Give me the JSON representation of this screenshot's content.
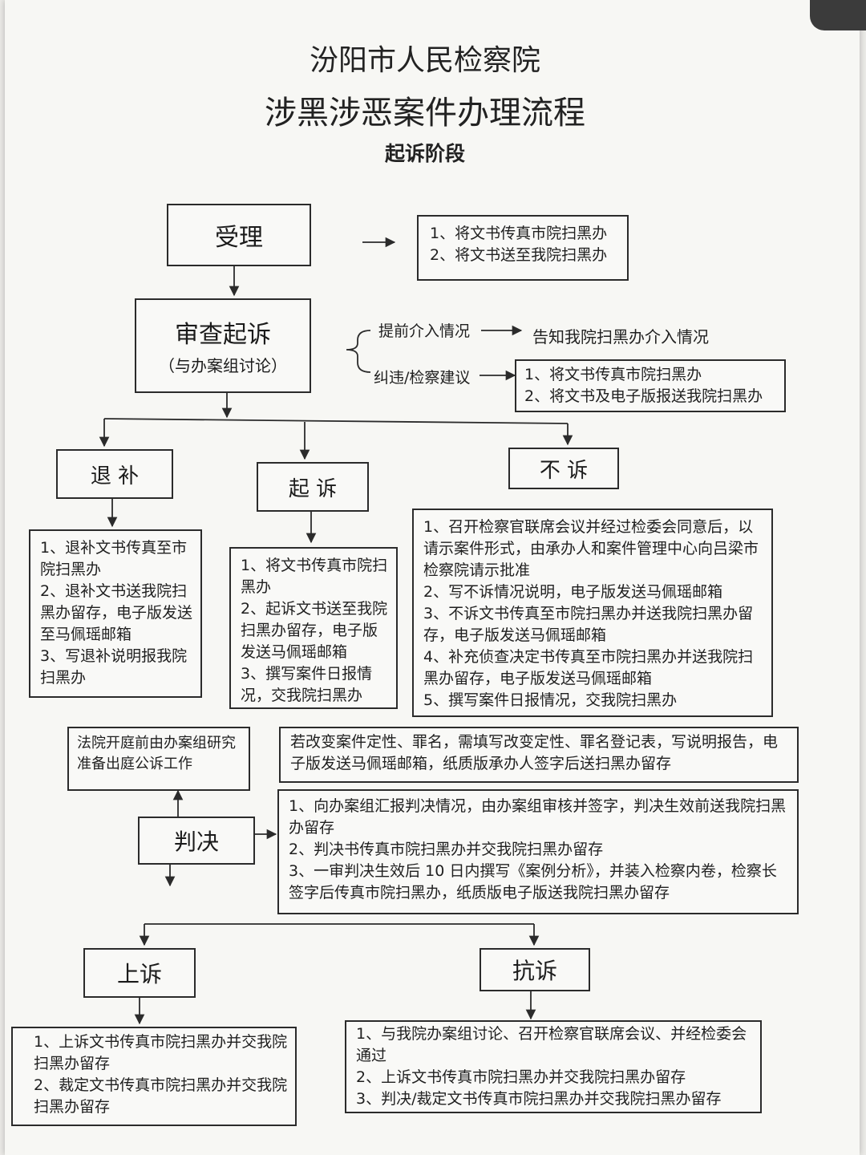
{
  "header": {
    "line1": "汾阳市人民检察院",
    "line2": "涉黑涉恶案件办理流程",
    "stage": "起诉阶段"
  },
  "nodes": {
    "accept": {
      "label": "受理",
      "items": [
        "1、将文书传真市院扫黑办",
        "2、将文书送至我院扫黑办"
      ]
    },
    "review": {
      "label": "审查起诉",
      "sub": "（与办案组讨论）",
      "early_label": "提前介入情况",
      "early_result": "告知我院扫黑办介入情况",
      "correct_label": "纠违/检察建议",
      "correct_items": [
        "1、将文书传真市院扫黑办",
        "2、将文书及电子版报送我院扫黑办"
      ]
    },
    "return": {
      "label": "退 补",
      "items": [
        "1、退补文书传真至市院扫黑办",
        "2、退补文书送我院扫黑办留存，电子版发送至马佩瑶邮箱",
        "3、写退补说明报我院扫黑办"
      ]
    },
    "prosecute": {
      "label": "起 诉",
      "items": [
        "1、将文书传真市院扫黑办",
        "2、起诉文书送至我院扫黑办留存，电子版发送马佩瑶邮箱",
        "3、撰写案件日报情况，交我院扫黑办"
      ]
    },
    "nopros": {
      "label": "不 诉",
      "items": [
        "1、召开检察官联席会议并经过检委会同意后，以请示案件形式，由承办人和案件管理中心向吕梁市检察院请示批准",
        "2、写不诉情况说明，电子版发送马佩瑶邮箱",
        "3、不诉文书传真至市院扫黑办并送我院扫黑办留存，电子版发送马佩瑶邮箱",
        "4、补充侦查决定书传真至市院扫黑办并送我院扫黑办留存，电子版发送马佩瑶邮箱",
        "5、撰写案件日报情况，交我院扫黑办"
      ]
    },
    "court_prep": "法院开庭前由办案组研究准备出庭公诉工作",
    "change": "若改变案件定性、罪名，需填写改变定性、罪名登记表，写说明报告，电子版发送马佩瑶邮箱，纸质版承办人签字后送扫黑办留存",
    "verdict": {
      "label": "判决",
      "items": [
        "1、向办案组汇报判决情况，由办案组审核并签字，判决生效前送我院扫黑办留存",
        "2、判决书传真市院扫黑办并交我院扫黑办留存",
        "3、一审判决生效后 10 日内撰写《案例分析》，并装入检察内卷，检察长签字后传真市院扫黑办，纸质版电子版送我院扫黑办留存"
      ]
    },
    "appeal": {
      "label": "上诉",
      "items": [
        "1、上诉文书传真市院扫黑办并交我院扫黑办留存",
        "2、裁定文书传真市院扫黑办并交我院扫黑办留存"
      ]
    },
    "protest": {
      "label": "抗诉",
      "items": [
        "1、与我院办案组讨论、召开检察官联席会议、并经检委会通过",
        "2、上诉文书传真市院扫黑办并交我院扫黑办留存",
        "3、判决/裁定文书传真市院扫黑办并交我院扫黑办留存"
      ]
    }
  }
}
